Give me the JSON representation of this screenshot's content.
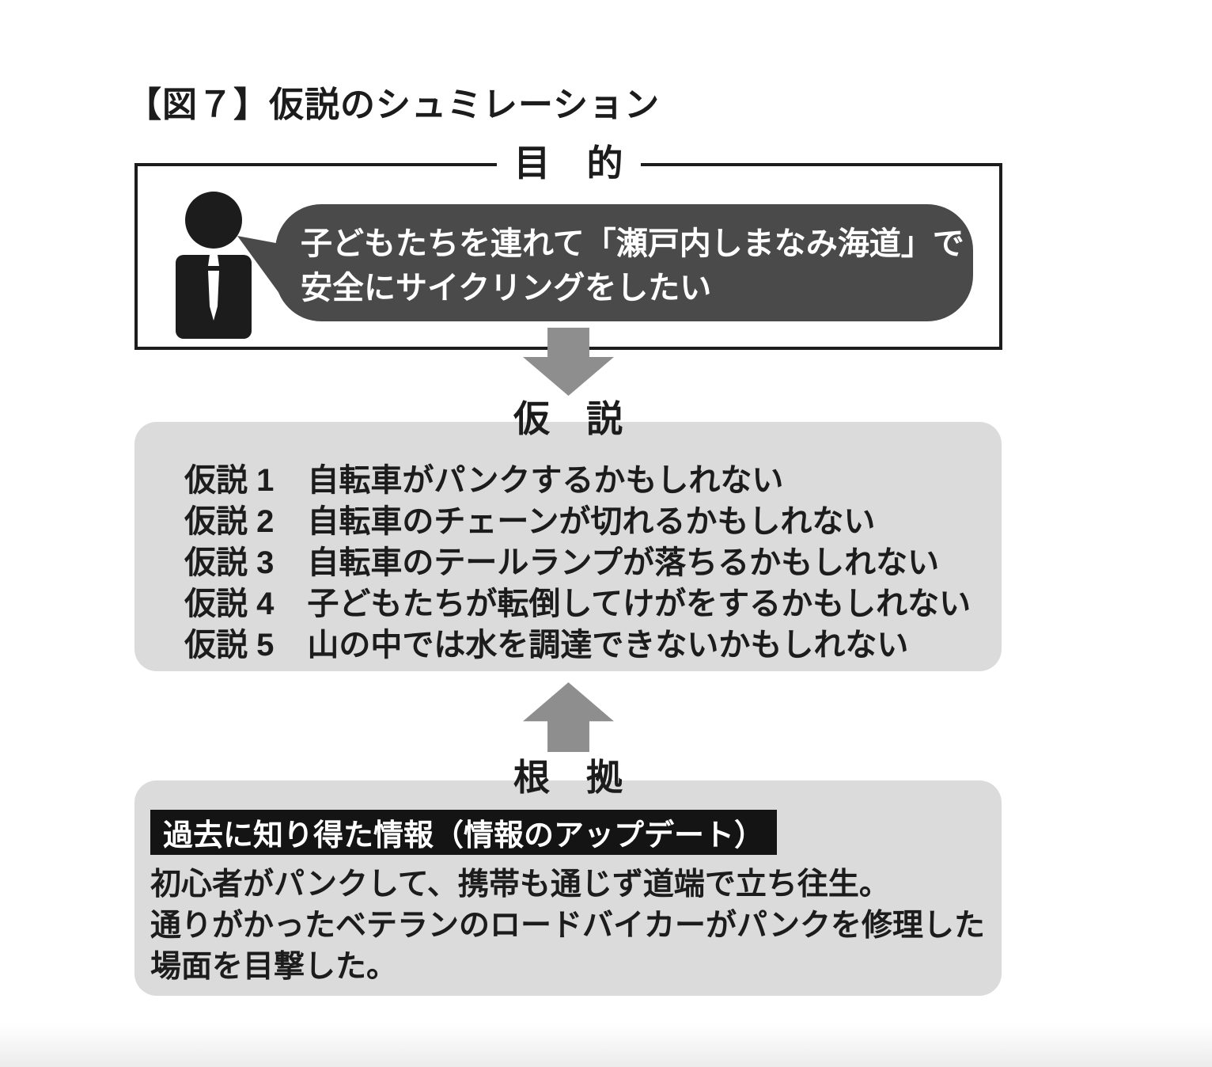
{
  "title": "【図７】仮説のシュミレーション",
  "purpose": {
    "heading": "目　的",
    "bubble": {
      "line1": "子どもたちを連れて「瀬戸内しまなみ海道」で",
      "line2": "安全にサイクリングをしたい"
    }
  },
  "hypothesis": {
    "heading": "仮　説",
    "items": [
      {
        "label": "仮説 1",
        "text": "自転車がパンクするかもしれない"
      },
      {
        "label": "仮説 2",
        "text": "自転車のチェーンが切れるかもしれない"
      },
      {
        "label": "仮説 3",
        "text": "自転車のテールランプが落ちるかもしれない"
      },
      {
        "label": "仮説 4",
        "text": "子どもたちが転倒してけがをするかもしれない"
      },
      {
        "label": "仮説 5",
        "text": "山の中では水を調達できないかもしれない"
      }
    ]
  },
  "evidence": {
    "heading": "根　拠",
    "highlight": "過去に知り得た情報（情報のアップデート）",
    "lines": [
      "初心者がパンクして、携帯も通じず道端で立ち往生。",
      "通りがかったベテランのロードバイカーがパンクを修理した",
      "場面を目撃した。"
    ]
  },
  "icons": {
    "person": "businessman-silhouette",
    "down_arrow": "arrow-down",
    "up_arrow": "arrow-up"
  },
  "colors": {
    "text": "#1c1c1c",
    "box_border": "#1c1c1c",
    "speech_bubble_bg": "#4a4a4a",
    "speech_bubble_text": "#ffffff",
    "panel_bg": "#dbdbdb",
    "arrow": "#8e8e8e",
    "highlight_bg": "#141414",
    "highlight_text": "#ffffff",
    "background": "#ffffff"
  }
}
